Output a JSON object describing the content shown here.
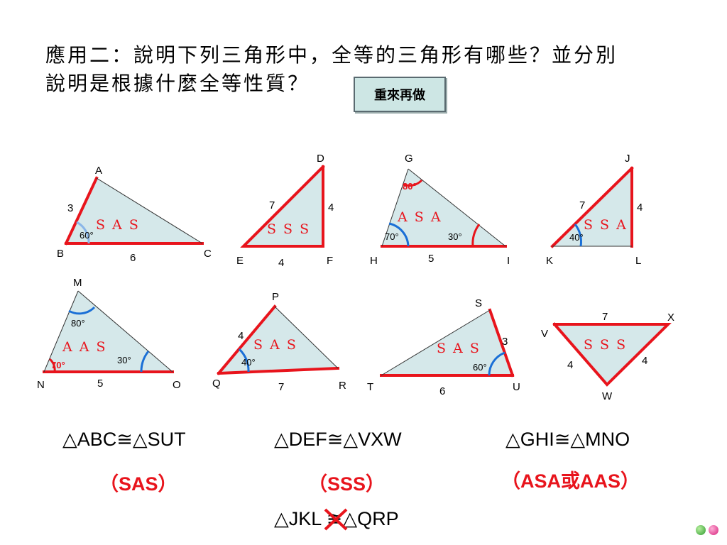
{
  "question": {
    "line1": "應用二：說明下列三角形中，全等的三角形有哪些？並分別",
    "line2": "說明是根據什麼全等性質？"
  },
  "redo_button": "重來再做",
  "triangles": {
    "ABC": {
      "vertices": [
        "A",
        "B",
        "C"
      ],
      "sides": [
        "3",
        "6"
      ],
      "angle": "60°",
      "tag": "S A S"
    },
    "DEF": {
      "vertices": [
        "D",
        "E",
        "F"
      ],
      "sides": [
        "7",
        "4",
        "4"
      ],
      "tag": "S S S"
    },
    "GHI": {
      "vertices": [
        "G",
        "H",
        "I"
      ],
      "side": "5",
      "angles": [
        "80°",
        "70°",
        "30°"
      ],
      "tag": "A S A"
    },
    "JKL": {
      "vertices": [
        "J",
        "K",
        "L"
      ],
      "sides": [
        "7",
        "4"
      ],
      "angle": "40°",
      "tag": "S S A"
    },
    "MNO": {
      "vertices": [
        "M",
        "N",
        "O"
      ],
      "side": "5",
      "angles": [
        "80°",
        "70°",
        "30°"
      ],
      "tag": "A A S"
    },
    "PQR": {
      "vertices": [
        "P",
        "Q",
        "R"
      ],
      "sides": [
        "4",
        "7"
      ],
      "angle": "40°",
      "tag": "S A S"
    },
    "STU": {
      "vertices": [
        "S",
        "T",
        "U"
      ],
      "sides": [
        "3",
        "6"
      ],
      "angle": "60°",
      "tag": "S A S"
    },
    "VXW": {
      "vertices": [
        "V",
        "X",
        "W"
      ],
      "sides": [
        "7",
        "4",
        "4"
      ],
      "tag": "S S S"
    }
  },
  "answers": {
    "a1": {
      "text": "△ABC≅△SUT",
      "criterion": "（SAS）"
    },
    "a2": {
      "text": "△DEF≅△VXW",
      "criterion": "（SSS）"
    },
    "a3": {
      "text": "△GHI≅△MNO",
      "criterion": "（ASA或AAS）"
    },
    "a4": {
      "text_left": "△JKL ",
      "symbol": "≅",
      "text_right": "△QRP"
    }
  },
  "colors": {
    "red": "#e8141c",
    "blue": "#1a6fd6",
    "fill": "#d5e8ea",
    "button": "#cde6e4"
  }
}
